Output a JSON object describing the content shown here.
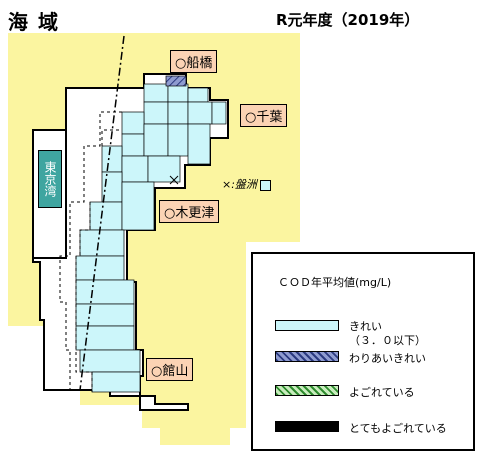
{
  "title": "海域",
  "subtitle": "R元年度（2019年）",
  "places": {
    "funabashi": "○船橋",
    "chiba": "○千葉",
    "kisarazu": "○木更津",
    "tateyama": "○館山"
  },
  "bay_label": "東京湾",
  "bankan_label": "×:盤洲",
  "legend": {
    "title": "ＣＯＤ年平均値(mg/L)",
    "items": [
      {
        "label": "きれい",
        "sublabel": "（３．０以下）"
      },
      {
        "label": "わりあいきれい"
      },
      {
        "label": "よごれている"
      },
      {
        "label": "とてもよごれている"
      }
    ]
  },
  "colors": {
    "land": "#fbf5a0",
    "clean_water": "#ccf6fa",
    "somewhat_clean": "#6f7fb7",
    "dirty": "#9ed593",
    "very_dirty": "#000000",
    "bay_label_bg": "#3fa5a0",
    "place_label_bg": "#fbd3b4"
  }
}
